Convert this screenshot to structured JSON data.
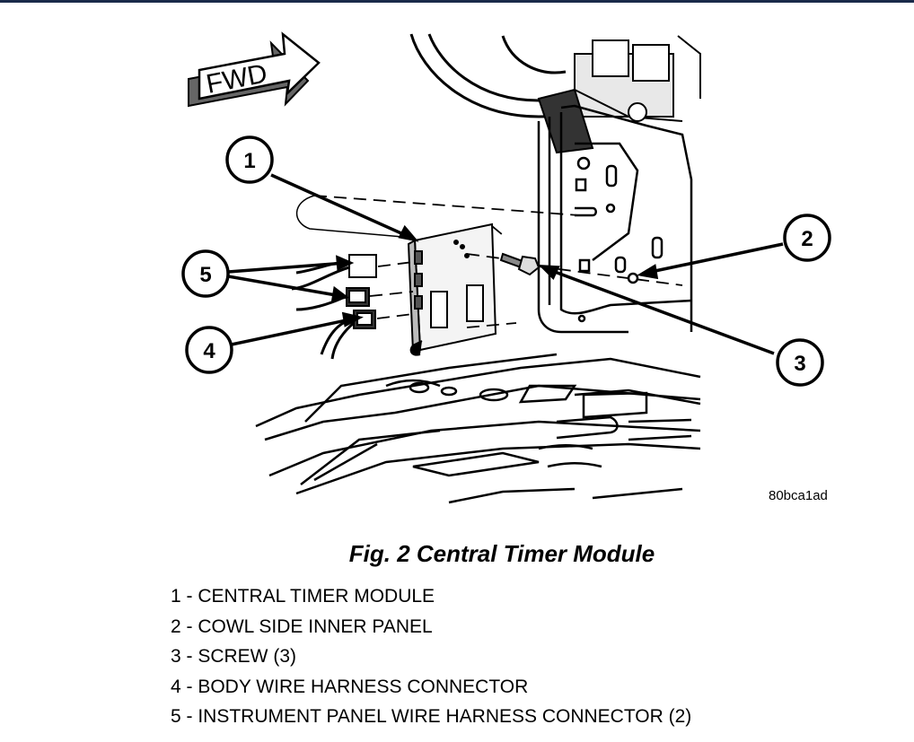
{
  "figure": {
    "direction_label": "FWD",
    "callouts": [
      "1",
      "2",
      "3",
      "4",
      "5"
    ],
    "image_code": "80bca1ad"
  },
  "caption": "Fig. 2 Central Timer Module",
  "legend": [
    "1 - CENTRAL TIMER MODULE",
    "2 - COWL SIDE INNER PANEL",
    "3 - SCREW (3)",
    "4 - BODY WIRE HARNESS CONNECTOR",
    "5 - INSTRUMENT PANEL WIRE HARNESS CONNECTOR (2)"
  ]
}
